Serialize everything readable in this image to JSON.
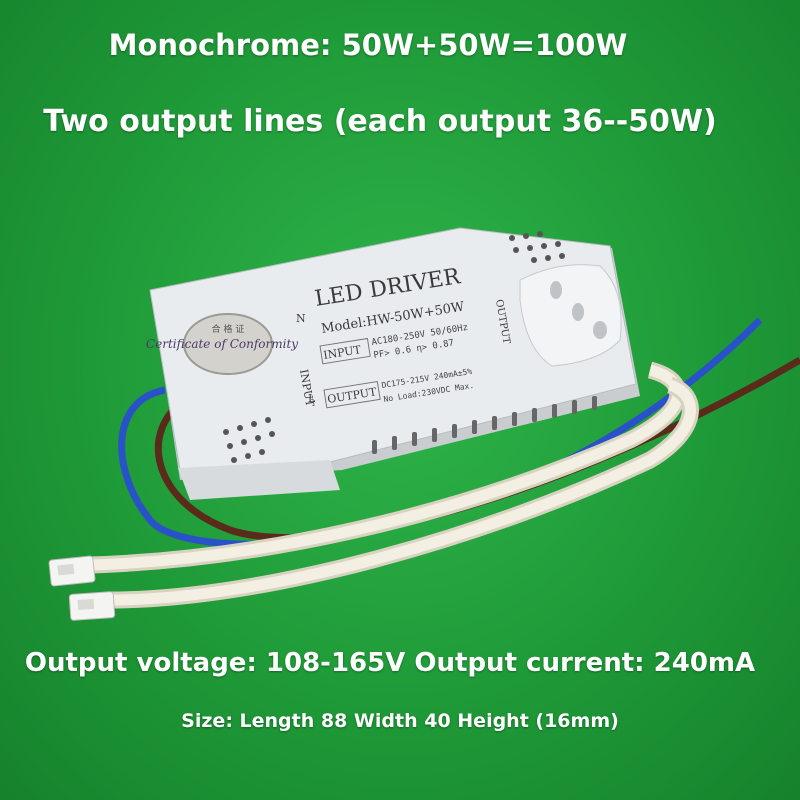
{
  "captions": {
    "line1": "Monochrome: 50W+50W=100W",
    "line2": "Two output lines (each output 36--50W)",
    "line3": "Output voltage: 108-165V Output current: 240mA",
    "line4": "Size: Length 88 Width 40 Height (16mm)"
  },
  "device": {
    "title": "LED DRIVER",
    "model": "Model:HW-50W+50W",
    "input_label": "INPUT",
    "input_spec_1": "AC180-250V 50/60Hz",
    "input_spec_2": "PF> 0.6 η> 0.87",
    "output_label": "OUTPUT",
    "output_spec_1": "DC175-215V 240mA±5%",
    "output_spec_2": "No Load:230VDC Max.",
    "side_input": "INPUT",
    "side_output": "OUTPUT",
    "pin_n": "N",
    "pin_l": "L",
    "sticker": "Certificate of Conformity"
  },
  "colors": {
    "background": "#1f9a38",
    "case": "#e9ecee",
    "wire_blue": "#2a52c8",
    "wire_brown": "#5a2a1a",
    "braided_sleeve": "#ece7d8"
  }
}
